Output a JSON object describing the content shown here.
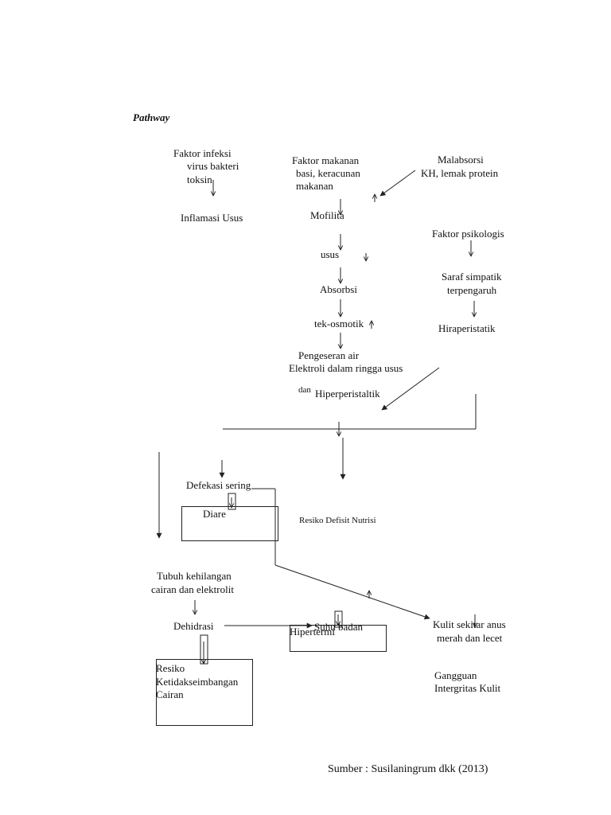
{
  "title": "Pathway",
  "nodes": {
    "faktor_infeksi": "Faktor infeksi",
    "virus_bakteri": "virus bakteri",
    "toksin": "toksin",
    "inflamasi": "Inflamasi Usus",
    "faktor_makanan": "Faktor makanan",
    "basi_keracunan": "basi, keracunan",
    "makanan": "makanan",
    "malabsorsi": "Malabsorsi",
    "kh_lemak": "KH, lemak protein",
    "mofilita": "Mofilita",
    "usus": "usus",
    "absorbsi": "Absorbsi",
    "tek_osmotik": "tek-osmotik",
    "pengeseran": "Pengeseran air",
    "elektroli": "Elektroli dalam ringga usus",
    "dan": "dan",
    "hiperperistaltik": "Hiperperistaltik",
    "faktor_psikologis": "Faktor psikologis",
    "saraf_simpatik": "Saraf simpatik",
    "terpengaruh": "terpengaruh",
    "hiraperistatik": "Hiraperistatik",
    "defekasi": "Defekasi sering",
    "diare": "Diare",
    "resiko_nutrisi": "Resiko Defisit Nutrisi",
    "tubuh_kehilangan": "Tubuh kehilangan",
    "cairan_elektrolit": "cairan dan elektrolit",
    "dehidrasi": "Dehidrasi",
    "suhu_badan": "Suhu badan",
    "hipertermi": "Hipertermi",
    "kulit_sekitar": "Kulit sekitar anus",
    "merah_lecet": "merah dan lecet",
    "resiko_ketid_1": "Resiko",
    "resiko_ketid_2": "Ketidakseimbangan",
    "resiko_ketid_3": "Cairan",
    "gangguan_1": "Gangguan",
    "gangguan_2": "Intergritas Kulit"
  },
  "source": "Sumber : Susilaningrum dkk (2013)"
}
